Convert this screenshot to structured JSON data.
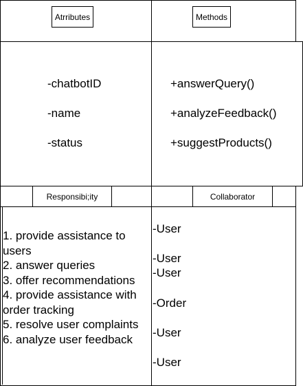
{
  "attributes": {
    "header": "Atrributes",
    "items": [
      "-chatbotID",
      "-name",
      "-status"
    ]
  },
  "methods": {
    "header": "Methods",
    "items": [
      "+answerQuery()",
      "+analyzeFeedback()",
      "+suggestProducts()"
    ]
  },
  "responsibility": {
    "header": "Responsibi;ity",
    "items": [
      "1. provide assistance to users",
      "2. answer queries",
      "3. offer recommendations",
      "4. provide assistance with order tracking",
      "5. resolve user complaints",
      "6. analyze user feedback"
    ]
  },
  "collaborator": {
    "header": "Collaborator",
    "items": [
      "-User",
      "-User",
      "-User",
      "-Order",
      "-User",
      "-User"
    ]
  }
}
